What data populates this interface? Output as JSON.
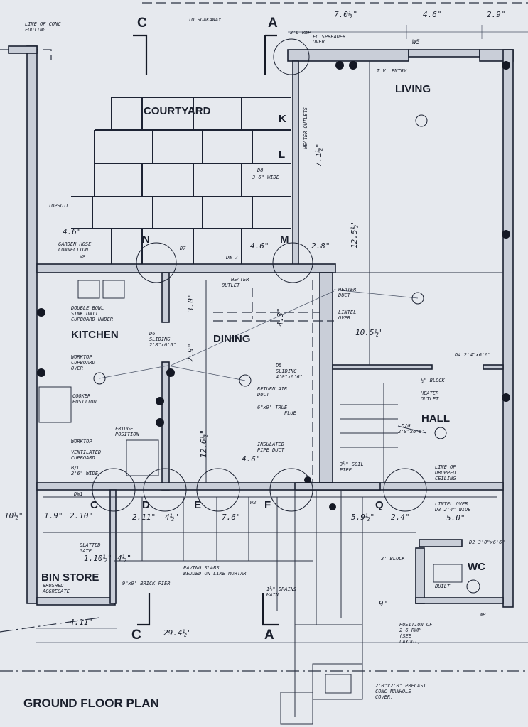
{
  "title": "GROUND FLOOR PLAN",
  "rooms": {
    "courtyard": "COURTYARD",
    "living": "LIVING",
    "kitchen": "KITCHEN",
    "dining": "DINING",
    "hall": "HALL",
    "wc": "WC",
    "bin_store": "BIN STORE"
  },
  "section_marks": {
    "c_top": "C",
    "a_top": "A",
    "c_bottom": "C",
    "a_bottom": "A"
  },
  "grid_letters": {
    "k": "K",
    "l": "L",
    "n": "N",
    "m": "M",
    "c": "C",
    "d": "D",
    "e": "E",
    "f": "F",
    "q": "Q"
  },
  "dimensions": {
    "top_1": "7.0½\"",
    "top_2": "4.6\"",
    "top_3": "2.9\"",
    "courtyard_w": "4.6\"",
    "nm_w": "4.6\"",
    "m_w": "2.8\"",
    "living_h": "12.5½\"",
    "living_strip": "7.1½\"",
    "hall_w": "10.5½\"",
    "dining_30": "3.0\"",
    "dining_29": "2.9\"",
    "dining_h": "12.6½\"",
    "dining_46": "4.6\"",
    "duct": "4.3\"",
    "b_1": "10½\"",
    "b_2": "1.9\"",
    "b_3": "2.10\"",
    "b_4": "2.11\"",
    "b_5": "4½\"",
    "b_6": "7.6\"",
    "b_7": "5.9½\"",
    "b_8": "2.4\"",
    "b_9": "5.0\"",
    "bin_1": "1.10½\"",
    "bin_2": "4½\"",
    "bot_1": "4.11\"",
    "bot_total": "29.4½\"",
    "nine": "9'"
  },
  "notes": {
    "soakaway": "TO SOAKAWAY",
    "footing_1": "LINE OF CONC",
    "footing_2": "FOOTING",
    "rwp": "3'6 RWP",
    "spreader_1": "FC SPREADER",
    "spreader_2": "OVER",
    "w5": "W5",
    "tv": "T.V. ENTRY",
    "heater_outlets": "HEATER OUTLETS",
    "d8_1": "D8",
    "d8_2": "3'6\" WIDE",
    "topsoil": "TOPSOIL",
    "hose_1": "GARDEN HOSE",
    "hose_2": "CONNECTION",
    "w8": "W8",
    "d7": "D7",
    "dw7": "DW 7",
    "heater_outlet_1": "HEATER",
    "heater_outlet_2": "OUTLET",
    "heater_duct_1": "HEATER",
    "heater_duct_2": "DUCT",
    "lintel_1": "LINTEL",
    "lintel_2": "OVER",
    "d4": "D4 2'4\"x6'6\"",
    "sink_1": "DOUBLE BOWL",
    "sink_2": "SINK UNIT",
    "sink_3": "CUPBOARD UNDER",
    "worktop_1": "WORKTOP",
    "worktop_2": "CUPBOARD",
    "worktop_3": "OVER",
    "d6_1": "D6",
    "d6_2": "SLIDING",
    "d6_3": "2'8\"x6'6\"",
    "d5_1": "D5",
    "d5_2": "SLIDING",
    "d5_3": "4'0\"x6'6\"",
    "return_1": "RETURN AIR",
    "return_2": "DUCT",
    "flue_1": "6\"x9\" TRUE",
    "flue_2": "FLUE",
    "block": "½\" BLOCK",
    "hall_heater_1": "HEATER",
    "hall_heater_2": "OUTLET",
    "d9_1": "D/G",
    "d9_2": "2'8\"x6'5\"",
    "cooker_1": "COOKER",
    "cooker_2": "POSITION",
    "fridge_1": "FRIDGE",
    "fridge_2": "POSITION",
    "worktop2": "WORKTOP",
    "vent_1": "VENTILATED",
    "vent_2": "CUPBOARD",
    "bl_1": "B/L",
    "bl_2": "2'6\" WIDE",
    "pipe_1": "INSULATED",
    "pipe_2": "PIPE DUCT",
    "soil_1": "3½\" SOIL",
    "soil_2": "PIPE",
    "ceiling_1": "LINE OF",
    "ceiling_2": "DROPPED",
    "ceiling_3": "CEILING",
    "dw1": "DW1",
    "w2": "W2",
    "lintel_d3_1": "LINTEL OVER",
    "lintel_d3_2": "D3 2'4\" WIDE",
    "d2": "D2 3'0\"x6'6\"",
    "gate_1": "SLATTED",
    "gate_2": "GATE",
    "brushed_1": "BRUSHED",
    "brushed_2": "AGGREGATE",
    "pier": "9\"x9\" BRICK PIER",
    "paving_1": "PAVING SLABS",
    "paving_2": "BEDDED ON LIME MORTAR",
    "drains_1": "1½\" DRAINS",
    "drains_2": "MAIN",
    "block3": "3' BLOCK",
    "built": "BUILT",
    "wh": "WH",
    "rwp2_1": "POSITION OF",
    "rwp2_2": "2'6 RWP",
    "rwp2_3": "(SEE",
    "rwp2_4": "LAYOUT)",
    "manhole_1": "2'0\"x2'0\" PRECAST",
    "manhole_2": "CONC MANHOLE",
    "manhole_3": "COVER."
  },
  "colors": {
    "paper": "#e6e9ee",
    "ink": "#1a1f2c"
  }
}
